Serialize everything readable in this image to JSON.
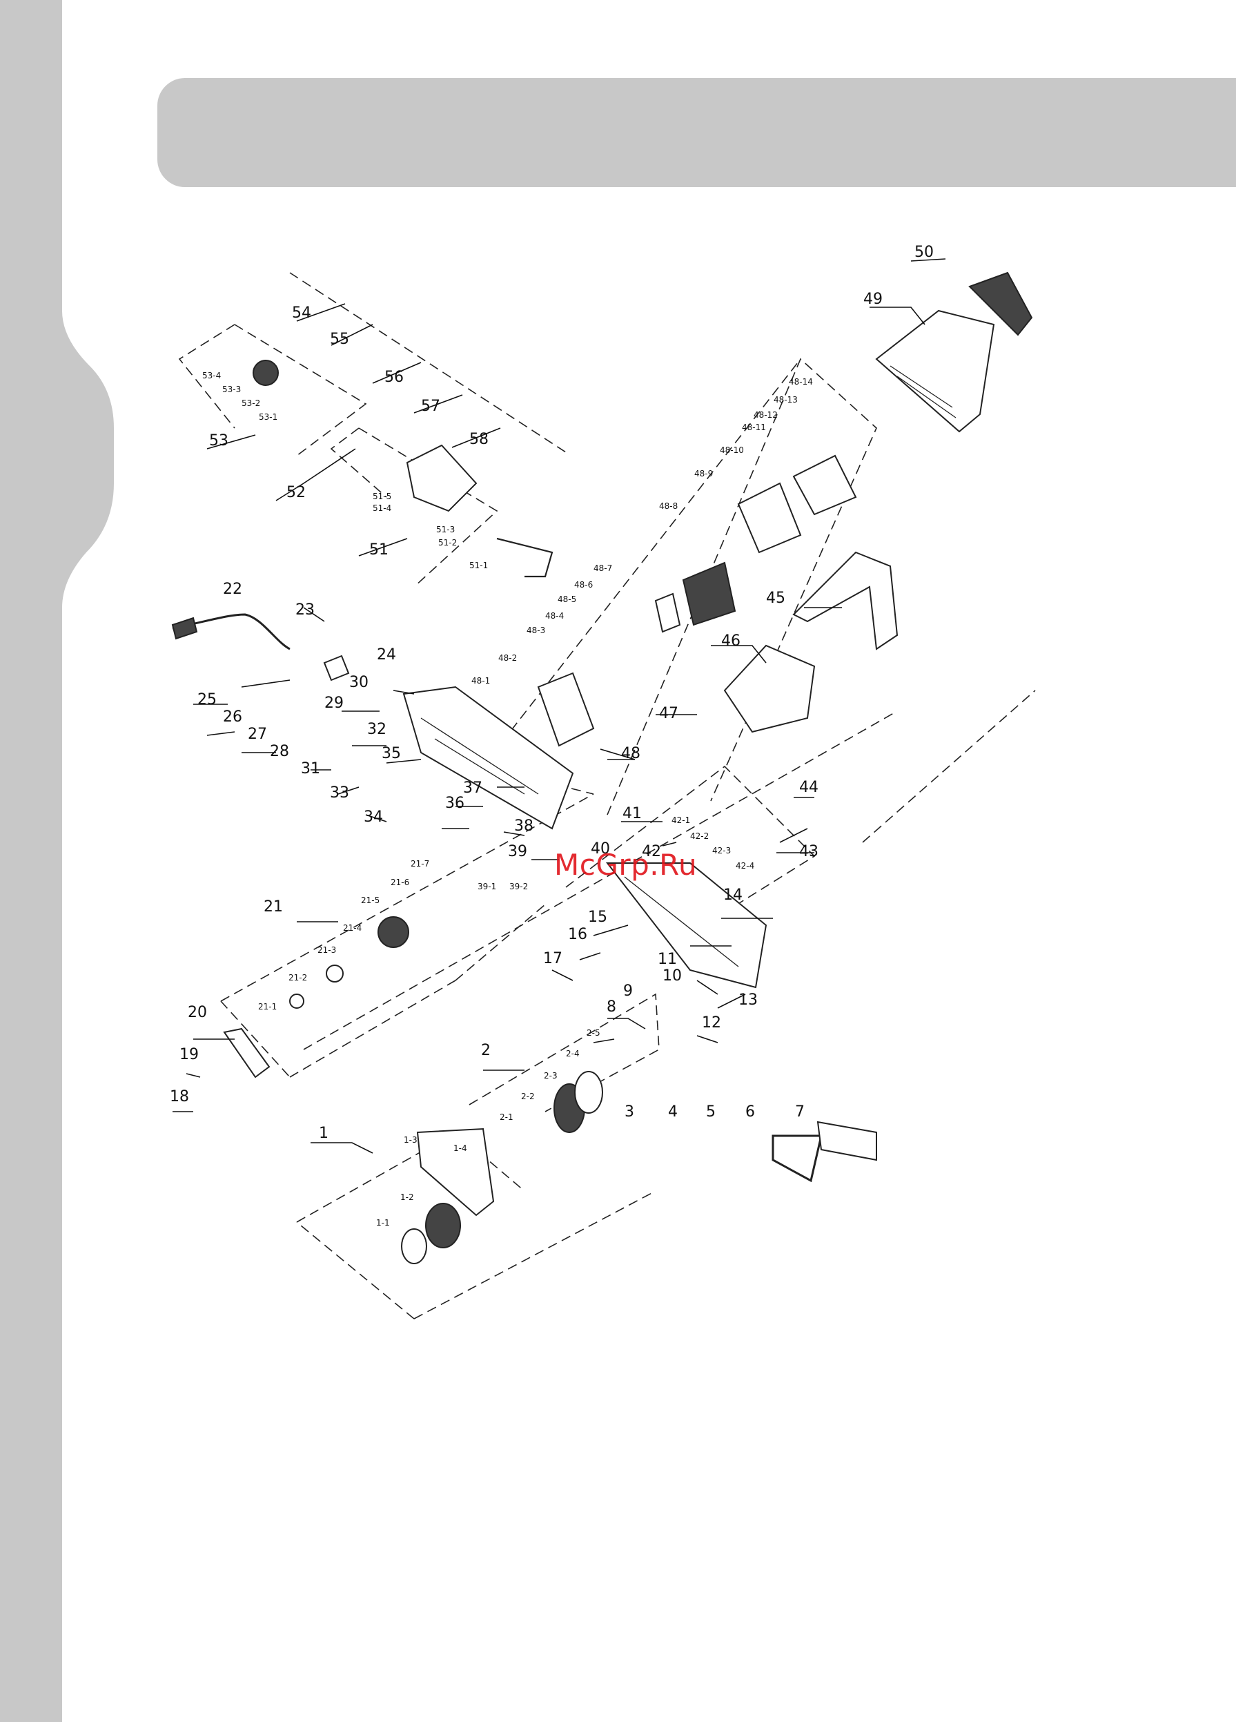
{
  "watermark": "McGrp.Ru",
  "colors": {
    "background": "#ffffff",
    "side_strip": "#c8c8c8",
    "header_band": "#c8c8c8",
    "watermark": "#e0141a"
  },
  "callouts_major": [
    "1",
    "2",
    "3",
    "4",
    "5",
    "6",
    "7",
    "8",
    "9",
    "10",
    "11",
    "12",
    "13",
    "14",
    "15",
    "16",
    "17",
    "18",
    "19",
    "20",
    "21",
    "22",
    "23",
    "24",
    "25",
    "26",
    "27",
    "28",
    "29",
    "30",
    "31",
    "32",
    "33",
    "34",
    "35",
    "36",
    "37",
    "38",
    "39",
    "40",
    "41",
    "42",
    "43",
    "44",
    "45",
    "46",
    "47",
    "48",
    "49",
    "50",
    "51",
    "52",
    "53",
    "54",
    "55",
    "56",
    "57",
    "58"
  ],
  "callouts_sub": [
    "1-1",
    "1-2",
    "1-3",
    "1-4",
    "2-1",
    "2-2",
    "2-3",
    "2-4",
    "2-5",
    "21-1",
    "21-2",
    "21-3",
    "21-4",
    "21-5",
    "21-6",
    "21-7",
    "39-1",
    "39-2",
    "42-1",
    "42-2",
    "42-3",
    "42-4",
    "48-1",
    "48-2",
    "48-3",
    "48-4",
    "48-5",
    "48-6",
    "48-7",
    "48-8",
    "48-9",
    "48-10",
    "48-11",
    "48-12",
    "48-13",
    "48-14",
    "51-1",
    "51-2",
    "51-3",
    "51-4",
    "51-5",
    "53-1",
    "53-2",
    "53-3",
    "53-4"
  ]
}
